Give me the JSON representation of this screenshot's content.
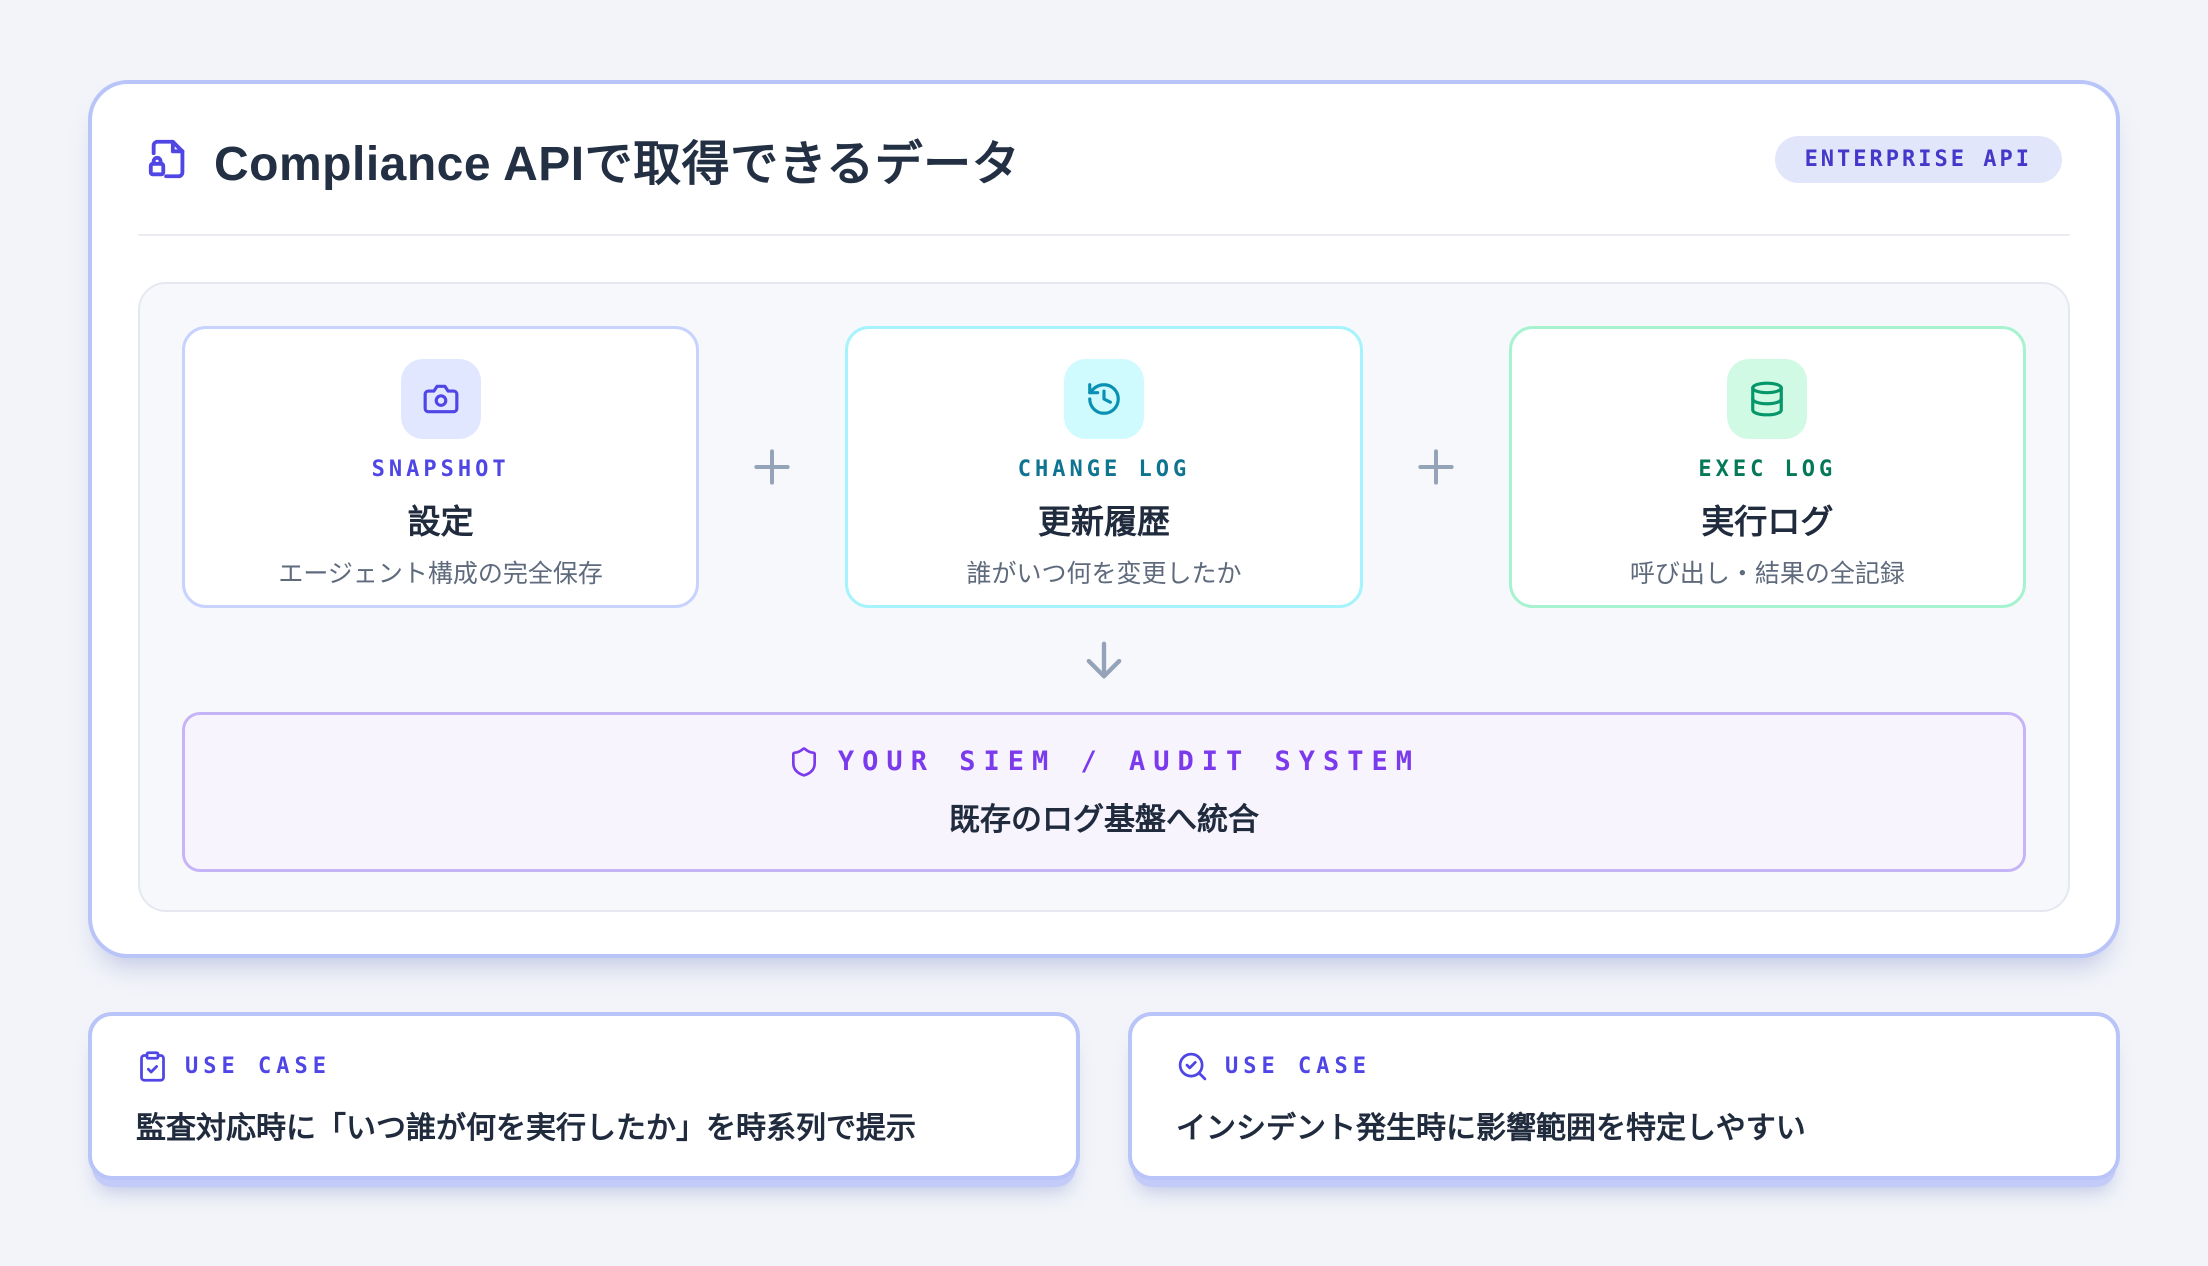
{
  "header": {
    "title": "Compliance APIで取得できるデータ",
    "badge": "ENTERPRISE API",
    "icon": "file-lock-icon"
  },
  "flow": {
    "plus_sign": "+",
    "sources": [
      {
        "icon": "camera-icon",
        "label": "SNAPSHOT",
        "title": "設定",
        "description": "エージェント構成の完全保存",
        "accent": "#4f46e5",
        "tile_bg": "#e0e7ff",
        "border": "#c7d2fe"
      },
      {
        "icon": "history-icon",
        "label": "CHANGE LOG",
        "title": "更新履歴",
        "description": "誰がいつ何を変更したか",
        "accent": "#0891b2",
        "label_color": "#0e7490",
        "tile_bg": "#cffafe",
        "border": "#a5f3fc"
      },
      {
        "icon": "database-icon",
        "label": "EXEC LOG",
        "title": "実行ログ",
        "description": "呼び出し・結果の全記録",
        "accent": "#059669",
        "label_color": "#047857",
        "tile_bg": "#d1fae5",
        "border": "#a7f3d0"
      }
    ],
    "destination": {
      "icon": "shield-icon",
      "label": "YOUR SIEM / AUDIT SYSTEM",
      "title": "既存のログ基盤へ統合",
      "accent": "#7c3aed",
      "bg": "#f7f4fe",
      "border": "#c6b5f6"
    }
  },
  "use_cases": [
    {
      "icon": "clipboard-check-icon",
      "label": "USE CASE",
      "text": "監査対応時に「いつ誰が何を実行したか」を時系列で提示"
    },
    {
      "icon": "search-check-icon",
      "label": "USE CASE",
      "text": "インシデント発生時に影響範囲を特定しやすい"
    }
  ],
  "palette": {
    "page_bg": "#f2f4f9",
    "card_border": "#b9c4f8",
    "indigo": "#4f46e5",
    "badge_bg": "#e2e6fa",
    "badge_text": "#4338ca",
    "muted_gray": "#94a3b8",
    "text_dark": "#202b3e",
    "text_gray": "#5f6b7d"
  }
}
